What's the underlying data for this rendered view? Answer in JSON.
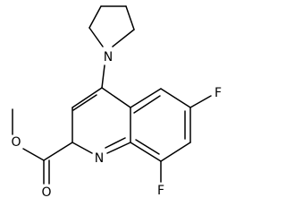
{
  "molecule": {
    "atoms": {
      "nitrogen_pyrrolidine": "N",
      "nitrogen_ring": "N",
      "fluorine_6": "F",
      "fluorine_8": "F",
      "oxygen_ester": "O",
      "oxygen_carbonyl": "O"
    }
  },
  "colors": {
    "bond": "#000000",
    "label": "#000000",
    "background": "#ffffff"
  }
}
